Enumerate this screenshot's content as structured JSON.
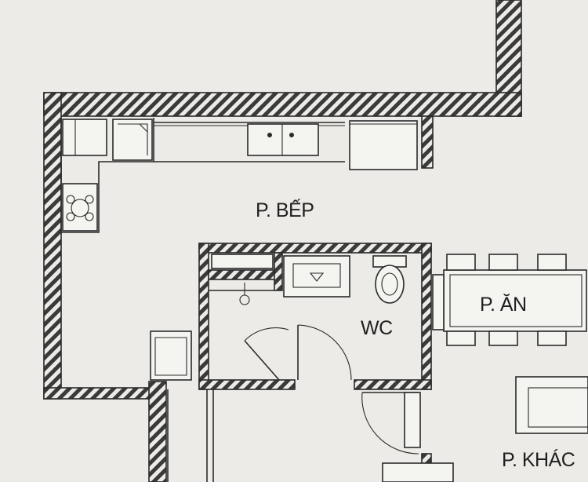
{
  "rooms": {
    "kitchen": "P. BẾP",
    "wc": "WC",
    "dining": "P. ĂN",
    "other": "P. KHÁC"
  },
  "colors": {
    "paper": "#ecebe7",
    "ink": "#2a2a2a",
    "hatch": "#3a3a3a"
  }
}
